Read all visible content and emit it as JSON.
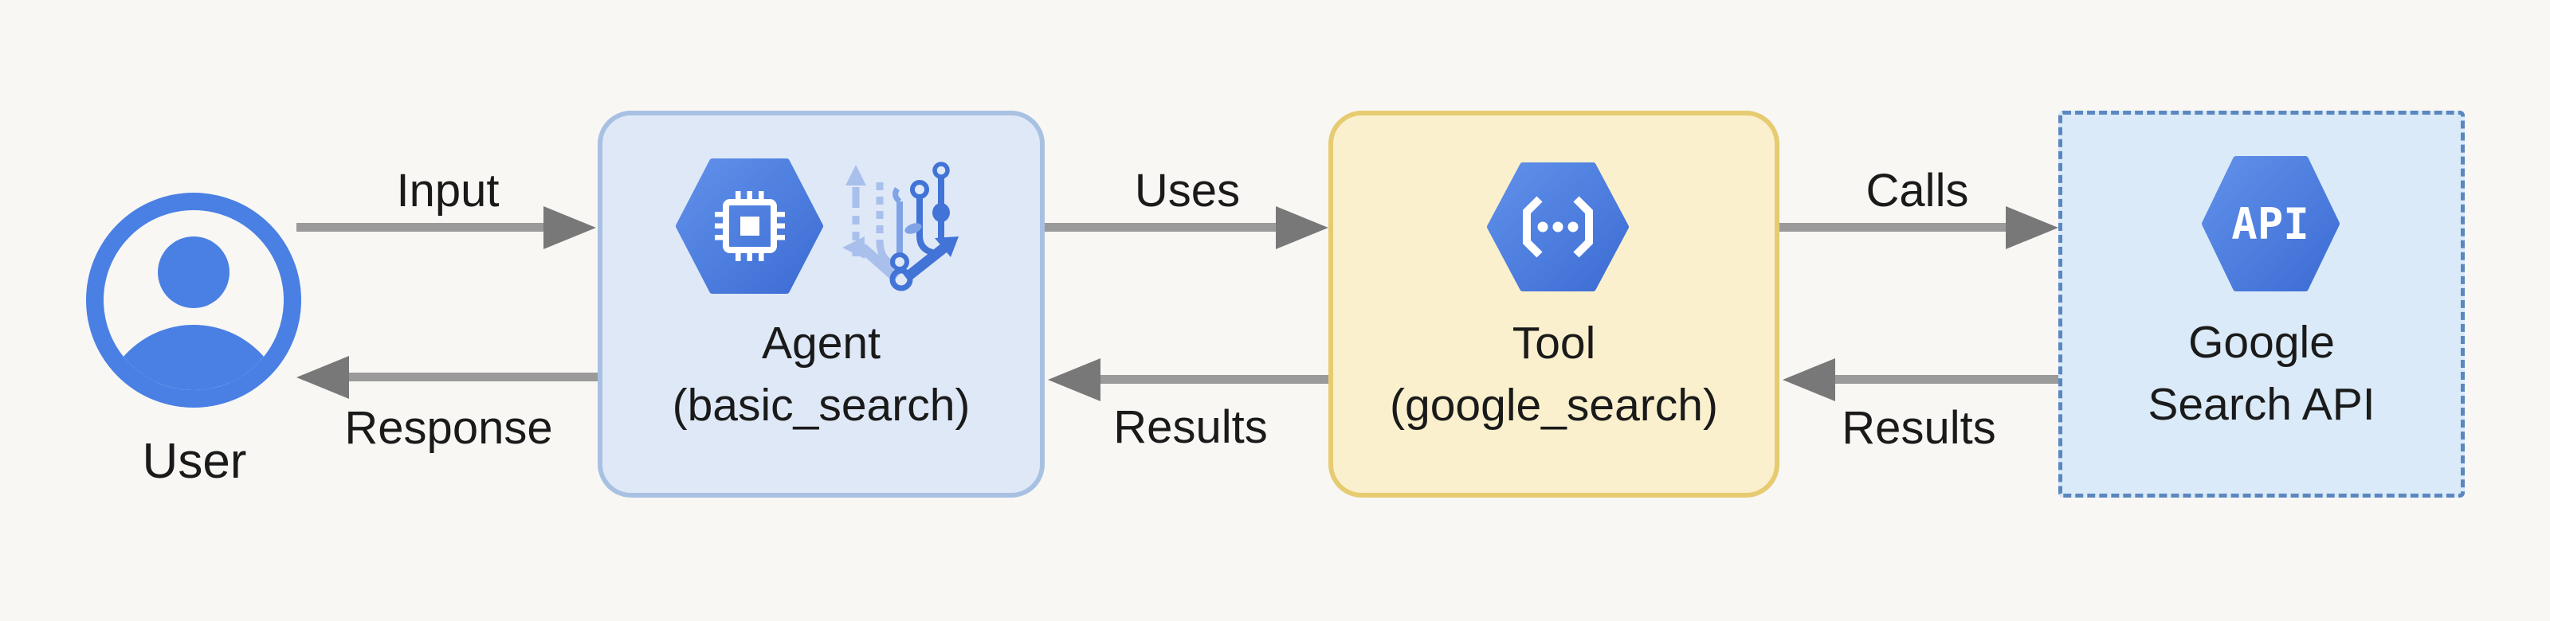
{
  "colors": {
    "background": "#f8f7f4",
    "text": "#1a1a1a",
    "arrow_shaft": "#9a9a9a",
    "arrow_head": "#787878",
    "user_blue": "#4a80e4",
    "hexagon_blue_light": "#6191ea",
    "hexagon_blue_dark": "#3c6cd3",
    "branch_light": "#a9c0ec",
    "branch_mid": "#7fa3e6",
    "branch_dark": "#4273d6",
    "agent_box_fill": "#dfe8f7",
    "agent_box_border": "#a8c1e2",
    "tool_box_fill": "#faf0cd",
    "tool_box_border": "#e6cb71",
    "api_box_fill": "#daeaf8",
    "api_box_border": "#5b87c0"
  },
  "nodes": {
    "user": {
      "label": "User",
      "icon": "person-circle-icon"
    },
    "agent": {
      "line1": "Agent",
      "line2": "(basic_search)",
      "icons": [
        "chip-hexagon-icon",
        "branch-circuit-icon"
      ]
    },
    "tool": {
      "line1": "Tool",
      "line2": "(google_search)",
      "icon": "code-brackets-hexagon-icon"
    },
    "api": {
      "line1": "Google",
      "line2": "Search API",
      "icon": "api-hexagon-icon",
      "icon_text": "API"
    }
  },
  "edges": [
    {
      "id": "input",
      "label": "Input",
      "from": "user",
      "to": "agent",
      "direction": "right"
    },
    {
      "id": "response",
      "label": "Response",
      "from": "agent",
      "to": "user",
      "direction": "left"
    },
    {
      "id": "uses",
      "label": "Uses",
      "from": "agent",
      "to": "tool",
      "direction": "right"
    },
    {
      "id": "results-tool-agent",
      "label": "Results",
      "from": "tool",
      "to": "agent",
      "direction": "left"
    },
    {
      "id": "calls",
      "label": "Calls",
      "from": "tool",
      "to": "api",
      "direction": "right"
    },
    {
      "id": "results-api-tool",
      "label": "Results",
      "from": "api",
      "to": "tool",
      "direction": "left"
    }
  ]
}
